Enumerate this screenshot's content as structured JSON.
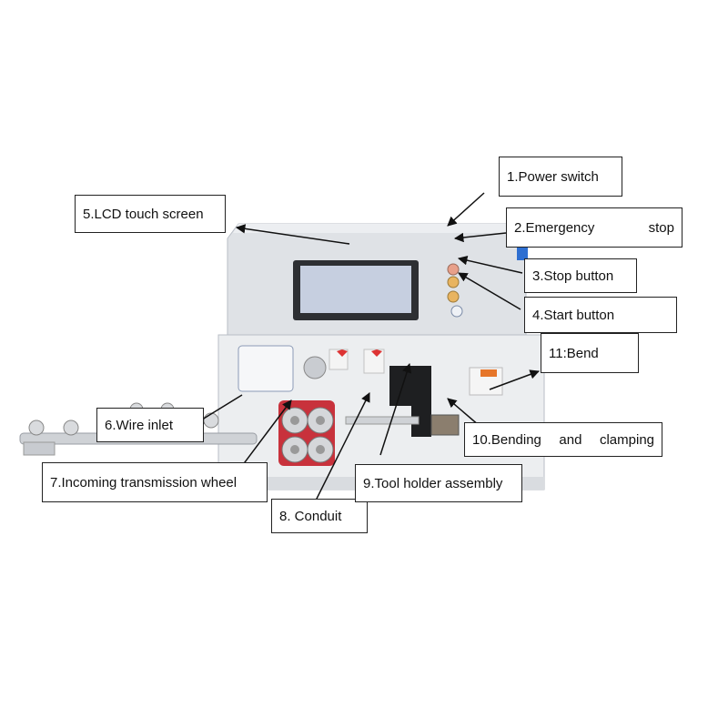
{
  "callouts": [
    {
      "id": "power-switch",
      "text": "1.Power switch"
    },
    {
      "id": "emergency-stop",
      "words": [
        "2.Emergency",
        "stop"
      ]
    },
    {
      "id": "stop-button",
      "text": "3.Stop button"
    },
    {
      "id": "start-button",
      "text": "4.Start button"
    },
    {
      "id": "lcd-touch-screen",
      "text": "5.LCD touch screen"
    },
    {
      "id": "wire-inlet",
      "text": "6.Wire inlet"
    },
    {
      "id": "incoming-transmission-wheel",
      "text": "7.Incoming transmission wheel"
    },
    {
      "id": "conduit",
      "text": "8. Conduit"
    },
    {
      "id": "tool-holder-assembly",
      "text": "9.Tool holder assembly"
    },
    {
      "id": "bending-and-clamping",
      "words": [
        "10.Bending",
        "and",
        "clamping"
      ]
    },
    {
      "id": "bend",
      "text": "11:Bend"
    }
  ],
  "colors": {
    "machine_body": "#e9eaec",
    "machine_top": "#dcdfe3",
    "screen": "#c6cfe0",
    "wheel_red": "#c8323c",
    "accent_blue": "#2e6fd1",
    "stop_button": "#e8a08a",
    "start_button": "#e8b460",
    "leader_line": "#111111"
  }
}
